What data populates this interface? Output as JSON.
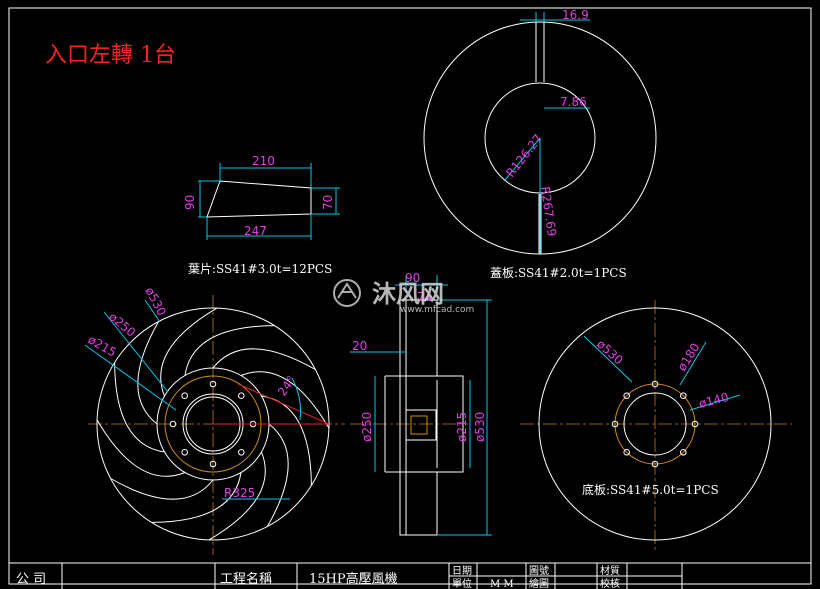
{
  "title": "入口左轉 1台",
  "blade": {
    "dims": {
      "top": "210",
      "bottom": "247",
      "left": "90",
      "right": "70"
    },
    "label": "葉片:SS41#3.0t=12PCS"
  },
  "cover": {
    "dims": {
      "gap": "16.9",
      "slot": "7.86",
      "r_inner": "R126.27",
      "r_outer": "R267.69"
    },
    "label": "蓋板:SS41#2.0t=1PCS"
  },
  "impeller": {
    "dims": {
      "d530": "ø530",
      "d250": "ø250",
      "d215": "ø215",
      "angle": "24°",
      "r325": "R325"
    }
  },
  "side": {
    "dims": {
      "w90": "90",
      "w74": "74",
      "w20": "20",
      "d250": "ø250",
      "d215": "ø215",
      "d530": "ø530"
    }
  },
  "base": {
    "dims": {
      "d530": "ø530",
      "d180": "ø180",
      "d140": "ø140"
    },
    "label": "底板:SS41#5.0t=1PCS"
  },
  "title_block": {
    "company": "公  司",
    "project_label": "工程名稱",
    "project_name": "15HP高壓風機",
    "date": "日期",
    "unit": "單位",
    "unit_value": "M M",
    "drawing_no": "圖號",
    "drawn": "繪圖",
    "material": "材質",
    "checked": "校核"
  },
  "watermark": {
    "brand": "沐风网",
    "url": "www.mfcad.com"
  }
}
